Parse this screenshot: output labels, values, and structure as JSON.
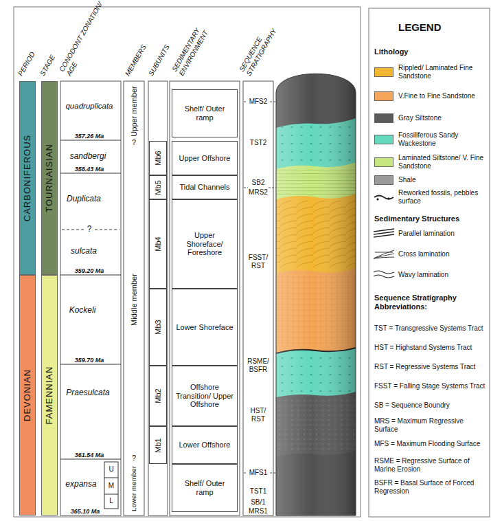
{
  "diagram": {
    "nodes": [
      {
        "text": [
          "CARBONIFEROUS"
        ]
      },
      {
        "text": [
          "DEVONIAN"
        ]
      },
      {
        "text": [
          "TOURNAISIAN"
        ]
      },
      {
        "text": [
          "FAMENNIAN"
        ]
      },
      {
        "text": [
          "Upper member"
        ]
      },
      {
        "text": [
          "Middle member"
        ]
      },
      {
        "text": [
          "Lower member"
        ]
      },
      {
        "text": [
          "Mb6"
        ]
      },
      {
        "text": [
          "Mb5"
        ]
      },
      {
        "text": [
          "Mb4"
        ]
      },
      {
        "text": [
          "Mb3"
        ]
      },
      {
        "text": [
          "Mb2"
        ]
      },
      {
        "text": [
          "Mb1"
        ]
      },
      {
        "text": [
          "Shelf/ Outer ramp"
        ]
      },
      {
        "text": [
          "Upper Offshore"
        ]
      },
      {
        "text": [
          "Tidal Channels"
        ]
      },
      {
        "text": [
          "Upper Shoreface/ Foreshore"
        ]
      },
      {
        "text": [
          "Lower Shoreface"
        ]
      },
      {
        "text": [
          "Offshore Transition/ Upper Offshore"
        ]
      },
      {
        "text": [
          "Lower Offshore"
        ]
      },
      {
        "text": [
          "Shelf/ Outer ramp"
        ]
      }
    ],
    "labels": [
      "PERIOD",
      "STAGE",
      "CONODONT ZONATION/ AGE",
      "MEMBERS",
      "SUBUNITS",
      "SEDIMENTARY ENVIRONMENT",
      "SEQUENCE STRATIGRAPHY",
      "quadruplicata",
      "357.26 Ma",
      "sandbergi",
      "358.43 Ma",
      "Duplicata",
      "?",
      "sulcata",
      "359.20 Ma",
      "Kockeli",
      "359.70 Ma",
      "Praesulcata",
      "361.54 Ma",
      "expansa",
      "U",
      "M",
      "L",
      "365.10 Ma",
      "?",
      "?",
      "MFS2",
      "TST2",
      "SB2",
      "MRS2",
      "FSST/ RST",
      "RSME/ BSFR",
      "HST/ RST",
      "MFS1",
      "TST1",
      "SB/1",
      "MRS1",
      "LEGEND",
      "Lithology",
      "Sedimentary Structures",
      "Sequence Stratigraphy Abbreviations:",
      "TST = Transgressive Systems Tract",
      "HST = Highstand Systems Tract",
      "RST = Regressive Systems Tract",
      "FSST = Falling Stage Systems Tract",
      "SB = Sequence Boundry",
      "MRS = Maximum Regressive Surface",
      "MFS = Maximum Flooding Surface",
      "RSME = Regressive Surface of Marine Erosion",
      "BSFR = Basal Surface of Forced Regression"
    ],
    "legend": [
      {
        "text": "Rippled/ Laminated Fine Sandstone",
        "color": "#f2b632"
      },
      {
        "text": "V.Fine to Fine Sandstone",
        "color": "#f4a55a"
      },
      {
        "text": "Gray Siltstone",
        "color": "#5a5a5a"
      },
      {
        "text": "Fossiliferous Sandy Wackestone",
        "color": "#63d8bd"
      },
      {
        "text": "Laminated Siltstone/ V. Fine Sandstone",
        "color": "#c6e77f"
      },
      {
        "text": "Shale",
        "color": "#9a9a9a"
      },
      {
        "text": "Reworked fossils, pebbles surface"
      },
      {
        "text": "Parallel lamination"
      },
      {
        "text": "Cross lamination"
      },
      {
        "text": "Wavy lamination"
      }
    ]
  }
}
